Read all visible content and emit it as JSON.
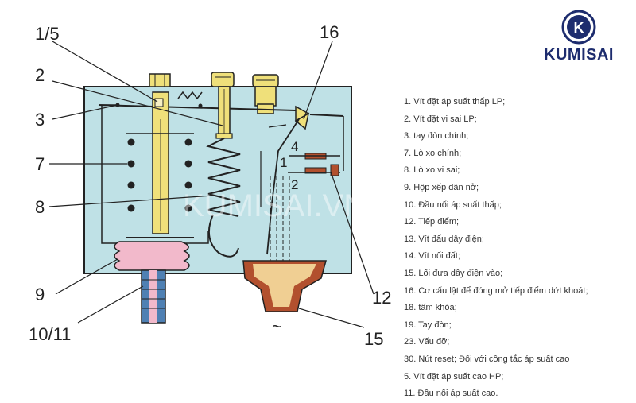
{
  "brand": {
    "name": "KUMISAI",
    "logo_letter": "K",
    "watermark": "KUMISAI.VN"
  },
  "callouts": {
    "c15_top": "1/5",
    "c2": "2",
    "c3": "3",
    "c7": "7",
    "c8": "8",
    "c9": "9",
    "c10_11": "10/11",
    "c16": "16",
    "c12": "12",
    "c15": "15",
    "inner4": "4",
    "inner1": "1",
    "inner2": "2",
    "ac_symbol": "~"
  },
  "legend": [
    "1. Vít đặt áp suất thấp LP;",
    "2. Vít đặt vi sai LP;",
    "3. tay đòn chính;",
    "7. Lò xo chính;",
    "8. Lò xo vi sai;",
    "9. Hộp xếp dãn nở;",
    "10. Đầu nối áp suất thấp;",
    "12. Tiếp điểm;",
    "13. Vít đấu dây điện;",
    "14. Vít nối đất;",
    "15. Lối đưa dây điện vào;",
    "16. Cơ cấu lật để đóng mở tiếp điểm dứt khoát;",
    "18. tấm khóa;",
    "19. Tay đòn;",
    "23. Vấu đỡ;",
    "30. Nút reset; Đối với công tắc áp suất cao",
    "5. Vít đặt áp suất cao HP;",
    "11. Đầu nối áp suất cao."
  ],
  "colors": {
    "housing": "#bfe1e6",
    "screw": "#efe07a",
    "bellows": "#f2b9cb",
    "connector": "#4f80b3",
    "inlet": "#f0cf93",
    "inlet_dark": "#b2502e",
    "brand": "#1d2c6e"
  }
}
